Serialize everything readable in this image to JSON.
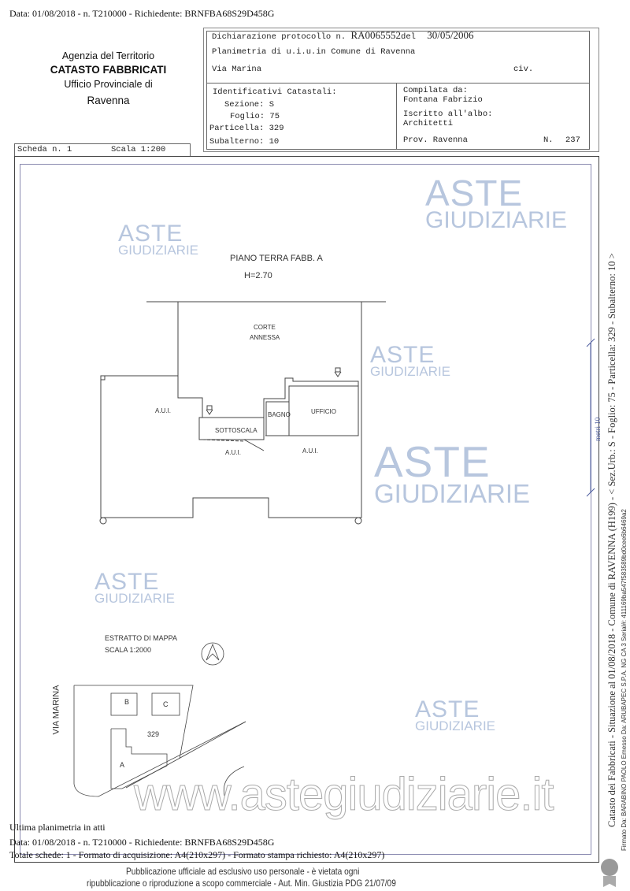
{
  "top_line": "Data: 01/08/2018 - n. T210000 - Richiedente: BRNFBA68S29D458G",
  "agency": {
    "line1": "Agenzia del Territorio",
    "line2": "CATASTO FABBRICATI",
    "line3": "Ufficio Provinciale di",
    "line4": "Ravenna"
  },
  "header": {
    "dichiarazione_prefix": "Dichiarazione protocollo n.",
    "protocol": "RA0065552",
    "del": "del",
    "date": "30/05/2006",
    "planimetria": "Planimetria di u.i.u.in Comune di Ravenna",
    "via": "Via Marina",
    "civ": "civ.",
    "identificativi": "Identificativi Catastali:",
    "sezione": "Sezione: S",
    "foglio": "Foglio: 75",
    "particella": "Particella: 329",
    "subalterno": "Subalterno: 10",
    "compilata": "Compilata da:",
    "compilatore": "Fontana Fabrizio",
    "iscritto": "Iscritto all'albo:",
    "albo": "Architetti",
    "prov": "Prov. Ravenna",
    "n_label": "N.",
    "n_value": "237"
  },
  "scheda": {
    "scheda": "Scheda n. 1",
    "scala": "Scala 1:200"
  },
  "plan": {
    "title": "PIANO TERRA FABB. A",
    "height": "H=2.70",
    "corte1": "CORTE",
    "corte2": "ANNESSA",
    "aui": "A.U.I.",
    "bagno": "BAGNO",
    "ufficio": "UFFICIO",
    "sottoscala": "SOTTOSCALA"
  },
  "map": {
    "title": "ESTRATTO DI MAPPA",
    "scale": "SCALA 1:2000",
    "street": "VIA MARINA",
    "parcel": "329",
    "b": "B",
    "c": "C",
    "a": "A"
  },
  "side": {
    "catasto": "Catasto dei Fabbricati - Situazione al 01/08/2018 - Comune di RAVENNA (H199) - < Sez.Urb.: S - Foglio: 75 - Particella: 329 - Subalterno: 10 >",
    "firmato": "Firmato Da: BARABINO PAOLO Emesso Da: ARUBAPEC S.P.A. NG CA 3 Serial#: 411169ba547f583589bd0cee6b6469a2",
    "dim": "metri 10"
  },
  "watermark": {
    "aste": "ASTE",
    "giudiziarie": "GIUDIZIARIE",
    "site": "www.astegiudiziarie.it",
    "notice1": "Pubblicazione ufficiale ad esclusivo uso personale - è vietata ogni",
    "notice2": "ripubblicazione o riproduzione a scopo commerciale - Aut. Min. Giustizia PDG 21/07/09"
  },
  "footer": {
    "ultima": "Ultima planimetria in atti",
    "data": "Data: 01/08/2018 - n. T210000 - Richiedente: BRNFBA68S29D458G",
    "totale": "Totale schede: 1 - Formato di acquisizione: A4(210x297) - Formato stampa richiesto: A4(210x297)"
  }
}
